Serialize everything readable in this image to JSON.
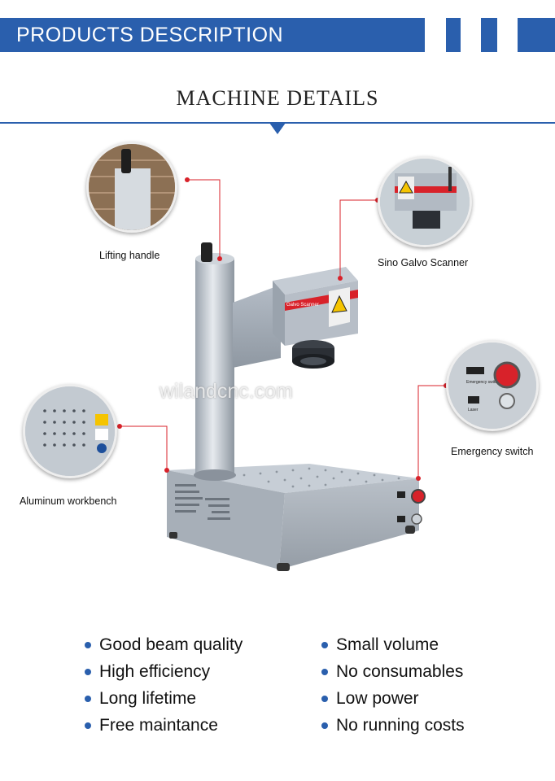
{
  "header": {
    "title": "PRODUCTS DESCRIPTION"
  },
  "section": {
    "title": "MACHINE DETAILS"
  },
  "callouts": {
    "lifting_handle": "Lifting handle",
    "scanner": "Sino Galvo Scanner",
    "emergency": "Emergency switch",
    "workbench": "Aluminum workbench"
  },
  "machine": {
    "scanner_brand": "Galvo Scanner",
    "emergency_label": "Emergency switch",
    "laser_label": "Laser"
  },
  "features": {
    "left": [
      "Good beam quality",
      "High efficiency",
      "Long lifetime",
      "Free maintance"
    ],
    "right": [
      "Small volume",
      "No consumables",
      "Low power",
      "No running costs"
    ]
  },
  "watermark": "wilandcnc.com",
  "colors": {
    "brand_blue": "#2a5fad",
    "callout_red": "#d8222a"
  }
}
